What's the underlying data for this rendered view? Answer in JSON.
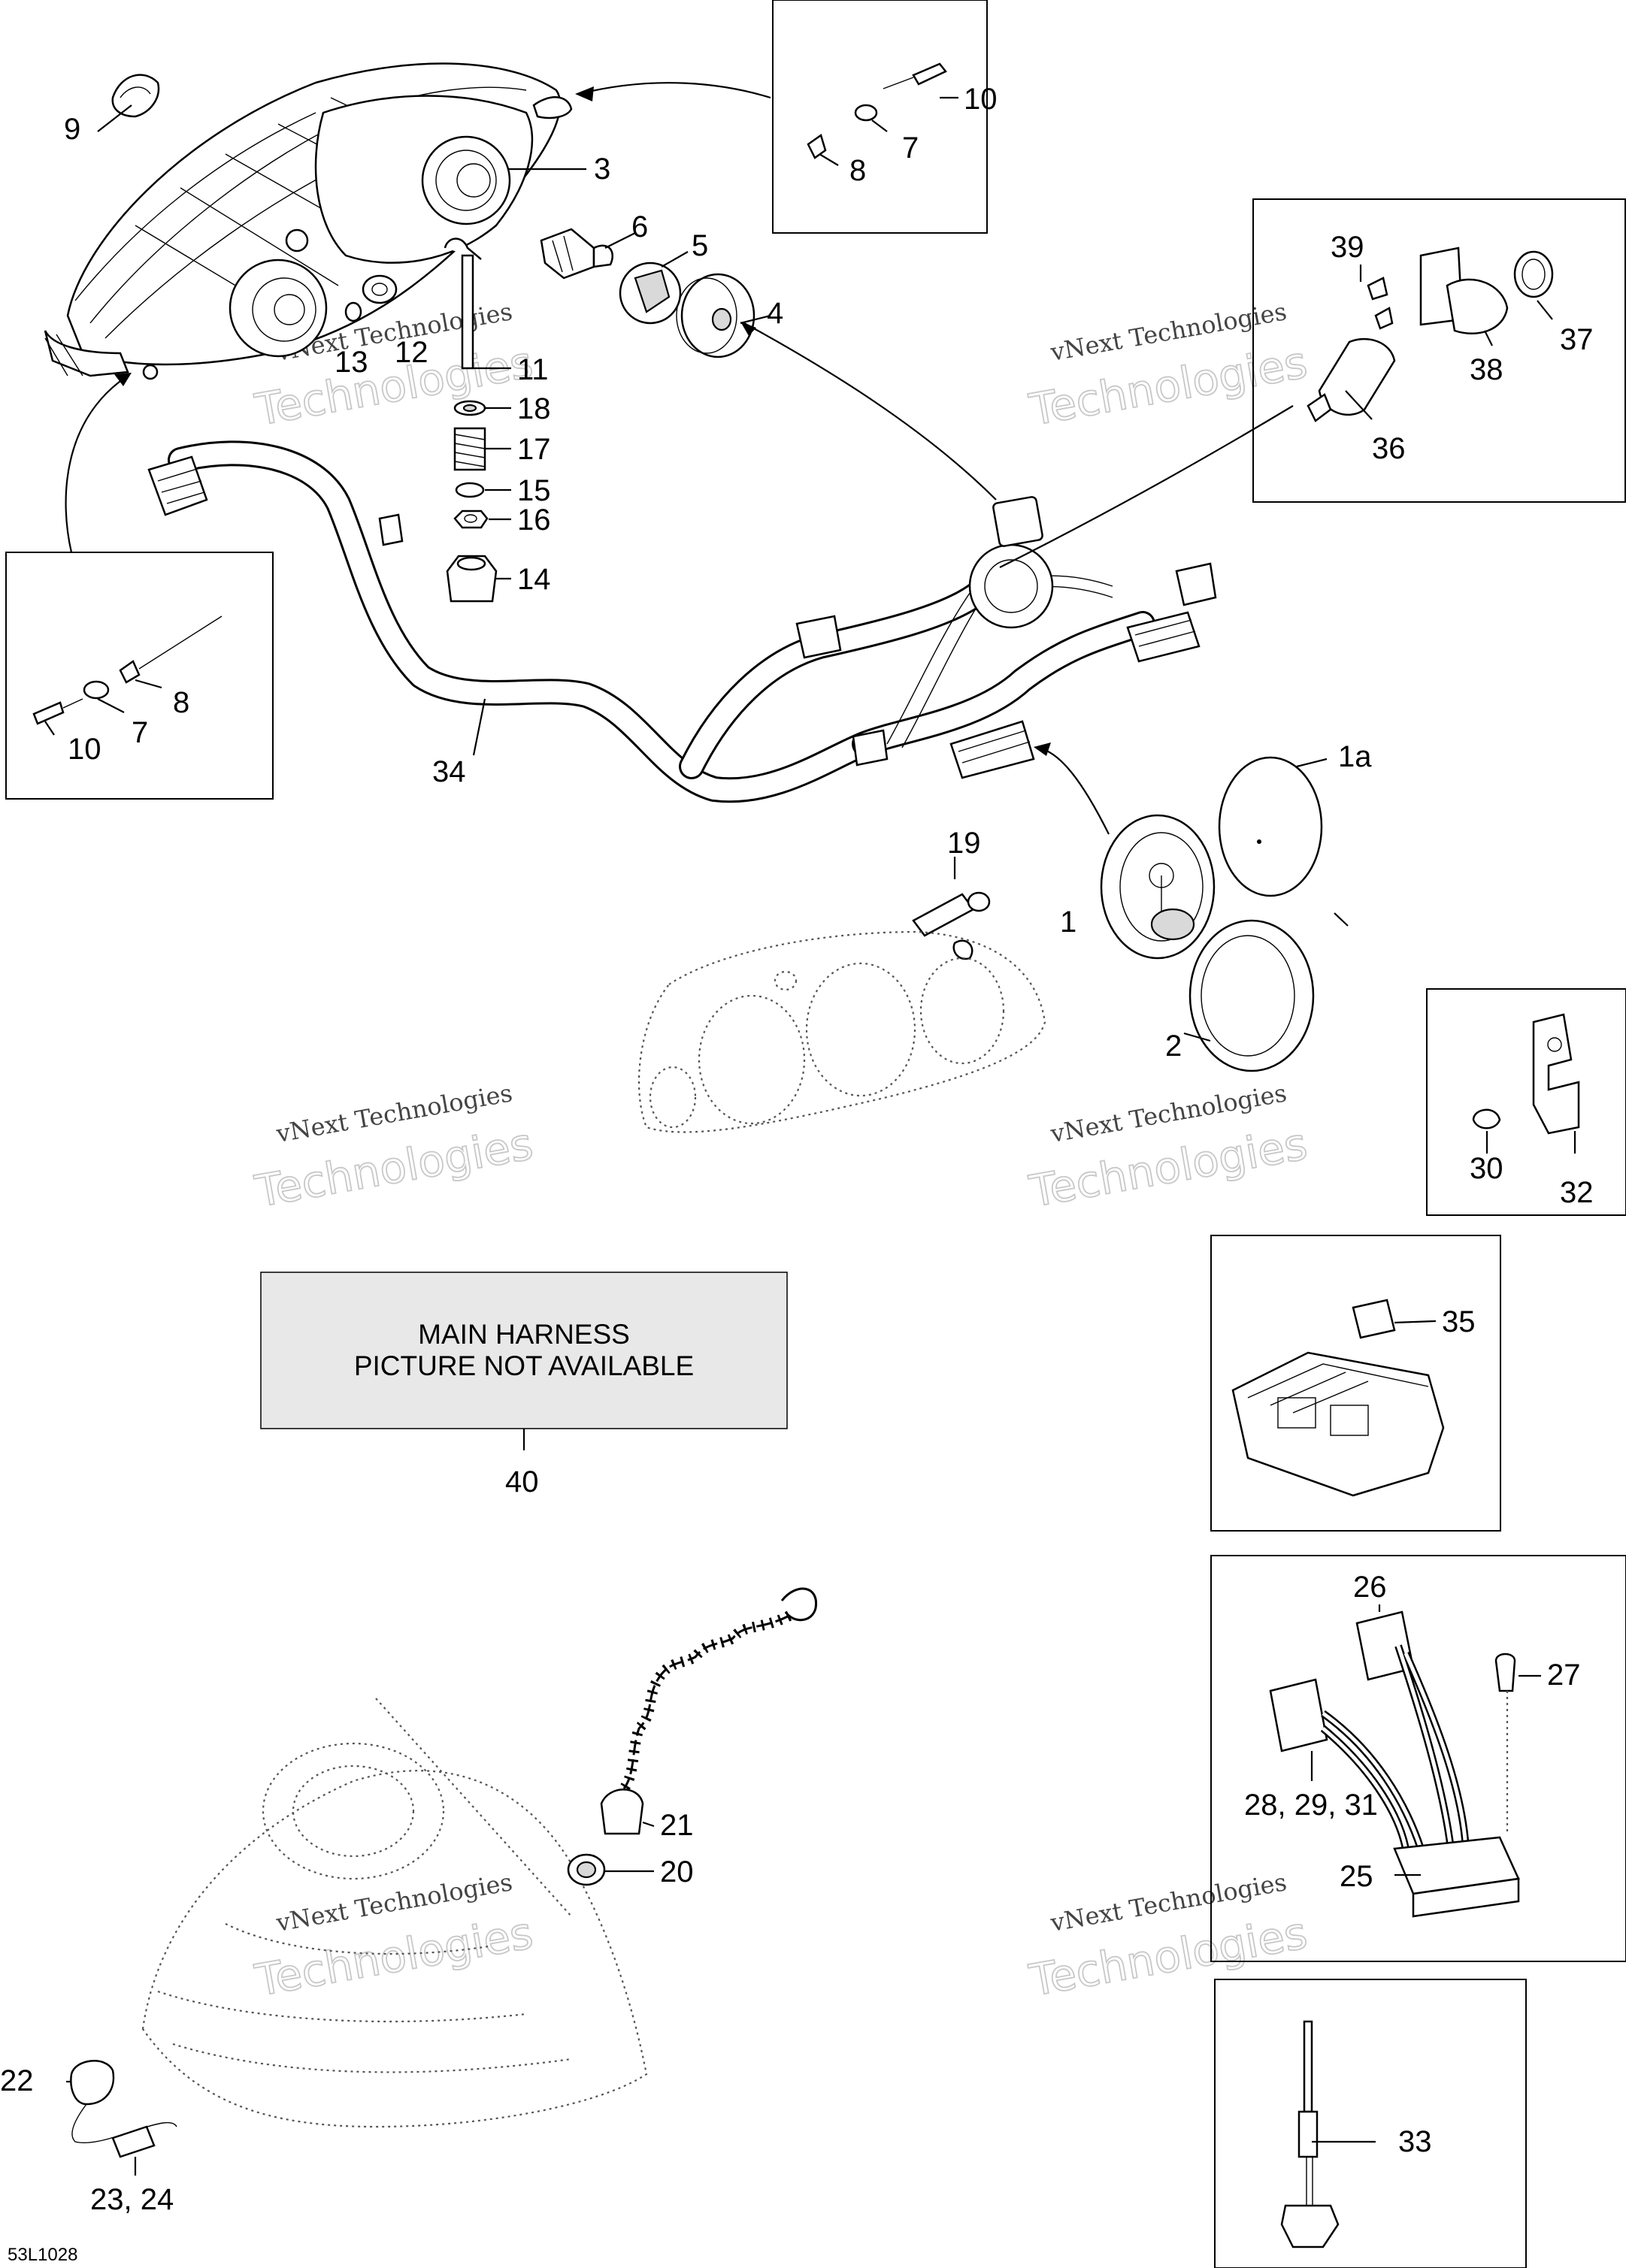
{
  "diagram": {
    "reference_code": "53L1028",
    "placeholder_note": {
      "line1": "MAIN HARNESS",
      "line2": "PICTURE NOT AVAILABLE"
    },
    "watermark": {
      "line1": "vNext Technologies",
      "line2": "Technologies"
    },
    "callouts": {
      "c1": "1",
      "c1a": "1a",
      "c2": "2",
      "c3": "3",
      "c4": "4",
      "c5": "5",
      "c6": "6",
      "c7a": "7",
      "c7b": "7",
      "c8a": "8",
      "c8b": "8",
      "c9": "9",
      "c10a": "10",
      "c10b": "10",
      "c11": "11",
      "c12": "12",
      "c13": "13",
      "c14": "14",
      "c15": "15",
      "c16": "16",
      "c17": "17",
      "c18": "18",
      "c19": "19",
      "c20": "20",
      "c21": "21",
      "c22": "22",
      "c23": "23, 24",
      "c25": "25",
      "c26": "26",
      "c27": "27",
      "c28": "28, 29, 31",
      "c30": "30",
      "c32": "32",
      "c33": "33",
      "c34": "34",
      "c35": "35",
      "c36": "36",
      "c37": "37",
      "c38": "38",
      "c39": "39",
      "c40": "40"
    }
  }
}
